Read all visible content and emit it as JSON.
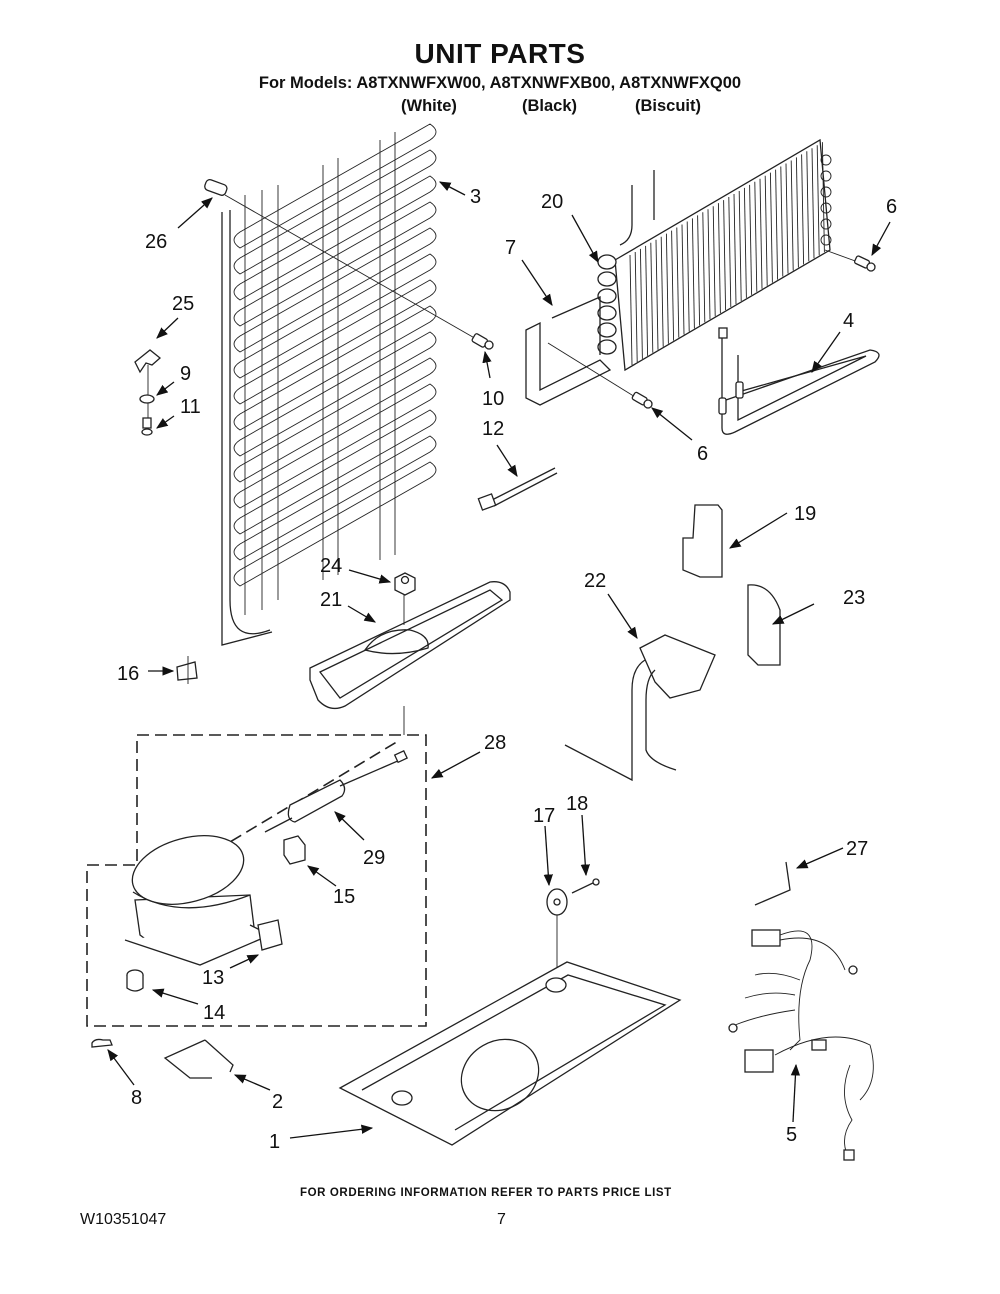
{
  "header": {
    "title": "UNIT PARTS",
    "models_line": "For Models: A8TXNWFXW00, A8TXNWFXB00, A8TXNWFXQ00",
    "colors": [
      "(White)",
      "(Black)",
      "(Biscuit)"
    ]
  },
  "callouts": {
    "c1": "1",
    "c2": "2",
    "c3": "3",
    "c4": "4",
    "c5": "5",
    "c6a": "6",
    "c6b": "6",
    "c7": "7",
    "c8": "8",
    "c9": "9",
    "c10": "10",
    "c11": "11",
    "c12": "12",
    "c13": "13",
    "c14": "14",
    "c15": "15",
    "c16": "16",
    "c17": "17",
    "c18": "18",
    "c19": "19",
    "c20": "20",
    "c21": "21",
    "c22": "22",
    "c23": "23",
    "c24": "24",
    "c25": "25",
    "c26": "26",
    "c27": "27",
    "c28": "28",
    "c29": "29"
  },
  "footer": {
    "ordering_note": "FOR ORDERING INFORMATION REFER TO PARTS PRICE LIST",
    "document_number": "W10351047",
    "page_number": "7"
  }
}
